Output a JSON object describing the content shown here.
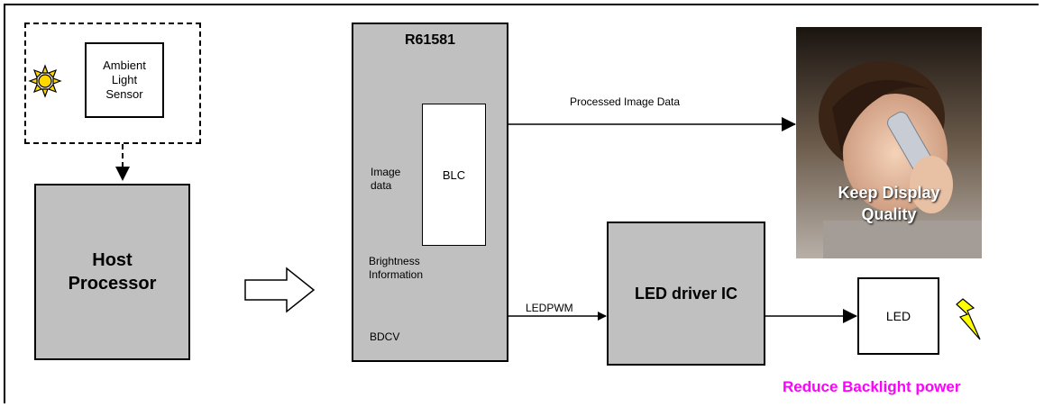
{
  "sensor": {
    "label_lines": [
      "Ambient",
      "Light",
      "Sensor"
    ]
  },
  "host": {
    "label_lines": [
      "Host",
      "Processor"
    ]
  },
  "chip": {
    "title": "R61581",
    "blc_label": "BLC",
    "image_input_lines": [
      "Image",
      "data"
    ],
    "brightness_lines": [
      "Brightness",
      "Information"
    ],
    "bdcv_label": "BDCV"
  },
  "signals": {
    "processed_image": "Processed Image Data",
    "ledpwm": "LEDPWM"
  },
  "led_driver": {
    "label": "LED driver IC"
  },
  "led": {
    "label": "LED"
  },
  "photo": {
    "caption_lines": [
      "Keep Display",
      "Quality"
    ]
  },
  "footer": {
    "text": "Reduce Backlight power",
    "color": "#ff00ff"
  },
  "colors": {
    "block_fill": "#c0c0c0",
    "sun": "#ffd800",
    "bolt": "#ffff00"
  },
  "icons": [
    "sun-icon",
    "lightning-icon",
    "hollow-arrow-icon"
  ]
}
